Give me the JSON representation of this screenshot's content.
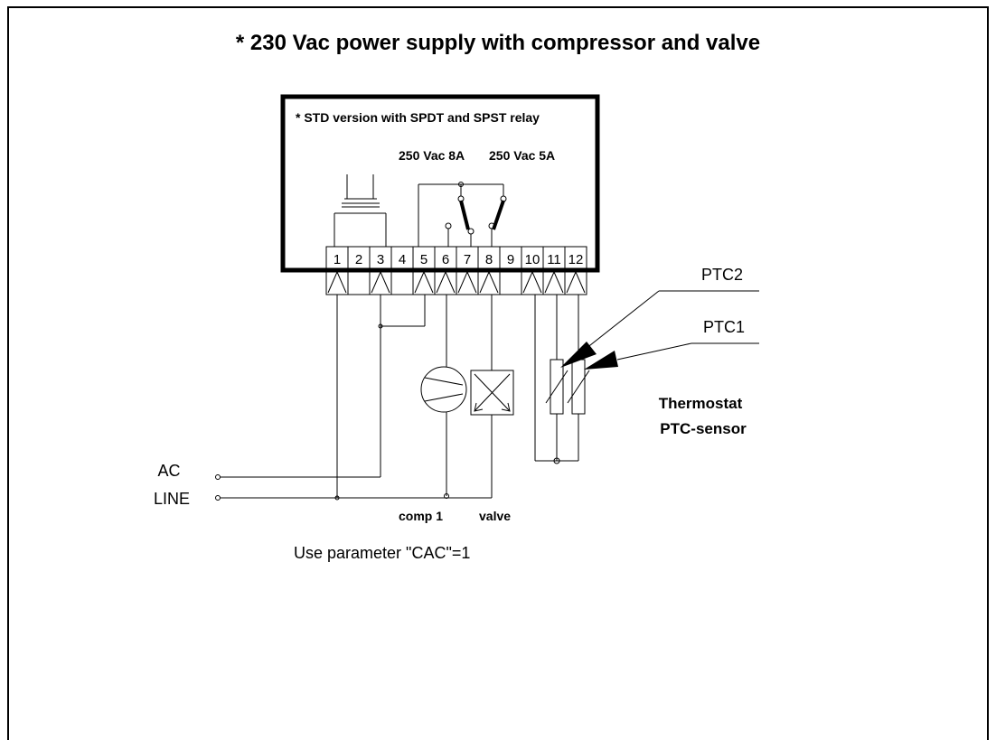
{
  "title": "* 230 Vac power supply with compressor and valve",
  "box_label": "* STD version with SPDT and SPST relay",
  "relay_labels": [
    "250 Vac 8A",
    "250 Vac 5A"
  ],
  "terminals": [
    "1",
    "2",
    "3",
    "4",
    "5",
    "6",
    "7",
    "8",
    "9",
    "10",
    "11",
    "12"
  ],
  "sensor_labels": [
    "PTC2",
    "PTC1"
  ],
  "thermostat_label": [
    "Thermostat",
    "PTC-sensor"
  ],
  "ac_line_label": [
    "AC",
    "LINE"
  ],
  "load_labels": [
    "comp 1",
    "valve"
  ],
  "note": "Use parameter \"CAC\"=1"
}
